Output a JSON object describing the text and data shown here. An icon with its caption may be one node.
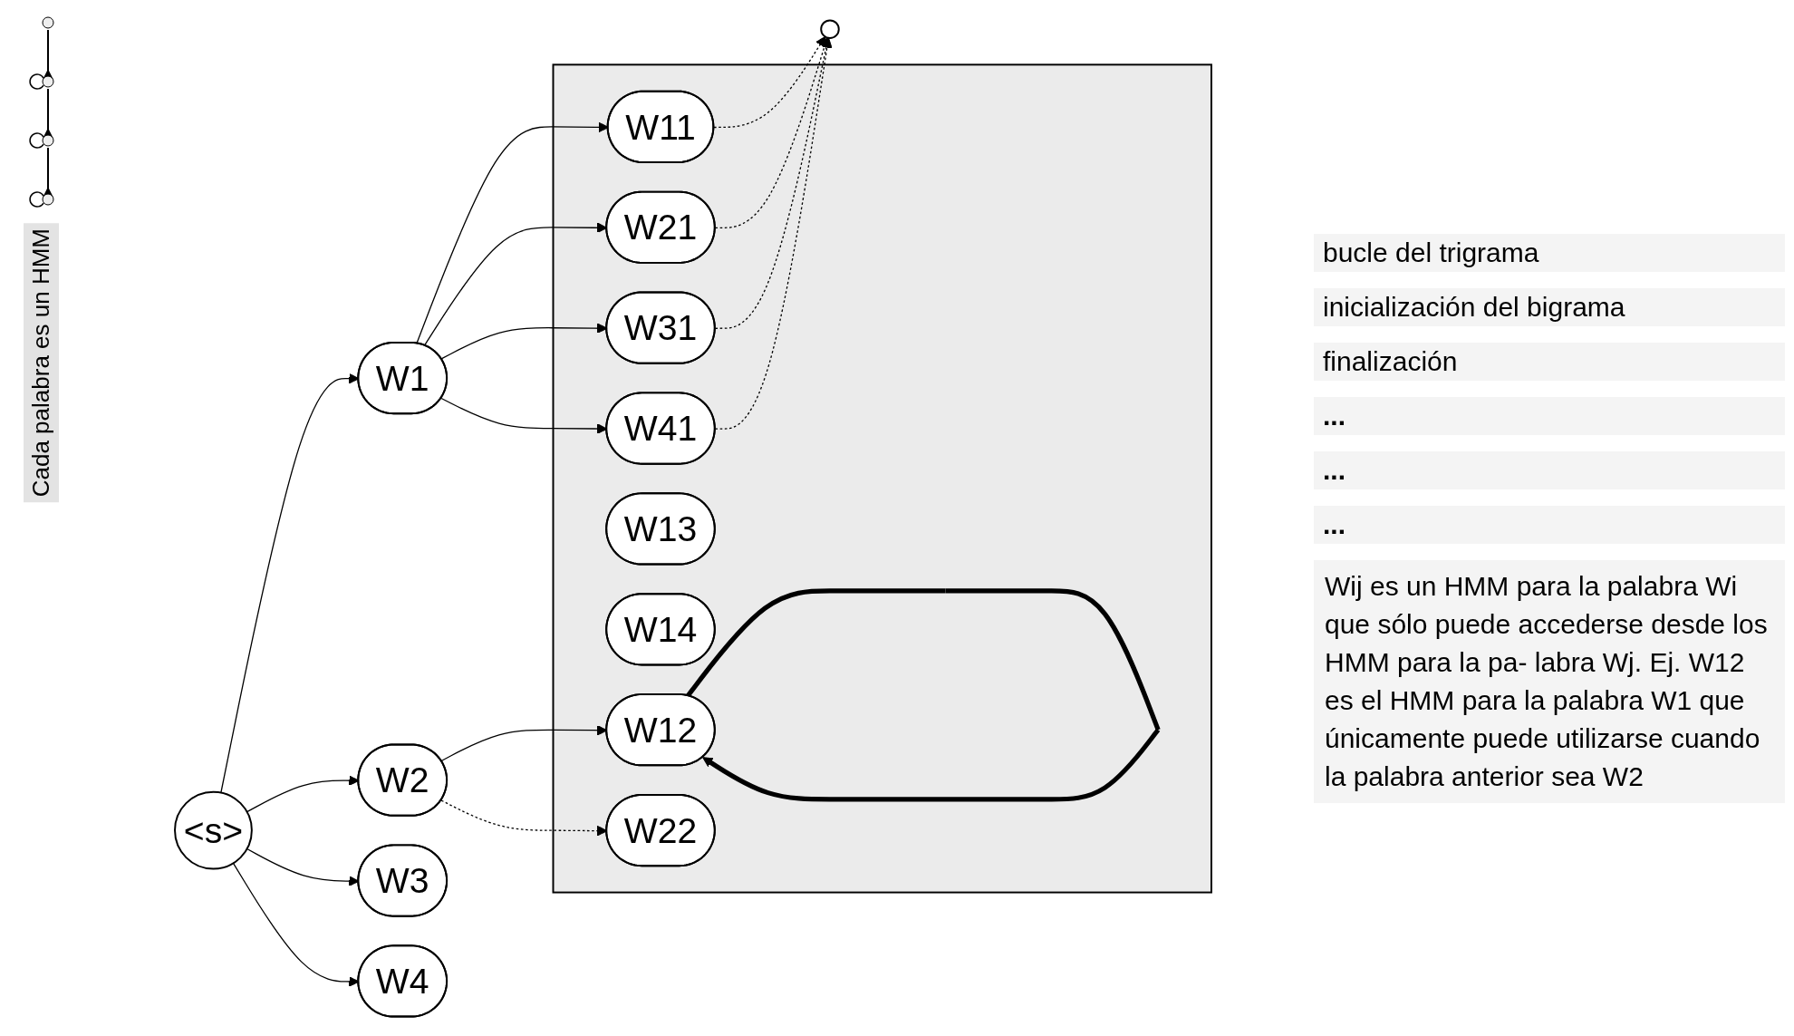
{
  "diagram": {
    "nodes": [
      {
        "text": [
          "<s>"
        ]
      },
      {
        "text": [
          "W1"
        ]
      },
      {
        "text": [
          "W2"
        ]
      },
      {
        "text": [
          "W3"
        ]
      },
      {
        "text": [
          "W4"
        ]
      },
      {
        "text": [],
        "shape": "box"
      },
      {
        "text": [
          "W11"
        ],
        "in": 5
      },
      {
        "text": [
          "W21"
        ],
        "in": 5
      },
      {
        "text": [
          "W31"
        ],
        "in": 5
      },
      {
        "text": [
          "W41"
        ],
        "in": 5
      },
      {
        "text": [
          "W12"
        ],
        "in": 5
      },
      {
        "text": [
          "W22"
        ],
        "in": 5
      },
      {
        "text": [
          "W13"
        ],
        "in": 5
      },
      {
        "text": [
          "W14"
        ],
        "in": 5
      },
      {
        "text": [],
        "shape": "circle"
      }
    ],
    "edges": [
      {
        "from": 0,
        "to": 1,
        "arrow": "to"
      },
      {
        "from": 0,
        "to": 2,
        "arrow": "to"
      },
      {
        "from": 0,
        "to": 3,
        "arrow": "to"
      },
      {
        "from": 0,
        "to": 4,
        "arrow": "to"
      },
      {
        "from": 1,
        "to": 6,
        "arrow": "to"
      },
      {
        "from": 1,
        "to": 7,
        "arrow": "to"
      },
      {
        "from": 1,
        "to": 8,
        "arrow": "to"
      },
      {
        "from": 1,
        "to": 9,
        "arrow": "to"
      },
      {
        "from": 2,
        "to": 10,
        "arrow": "to"
      },
      {
        "from": 2,
        "to": 11,
        "arrow": "to",
        "style": "dashed"
      },
      {
        "from": 10,
        "to": 10,
        "arrow": "to",
        "style": "thick"
      },
      {
        "from": 6,
        "to": 14,
        "arrow": "to",
        "style": "dashed"
      },
      {
        "from": 7,
        "to": 14,
        "arrow": "to",
        "style": "dashed"
      },
      {
        "from": 8,
        "to": 14,
        "arrow": "to",
        "style": "dashed"
      },
      {
        "from": 9,
        "to": 14,
        "arrow": "to",
        "style": "dashed"
      }
    ],
    "labels": [
      "Cada palabra es un HMM",
      "bucle del trigrama",
      "inicialización del bigrama",
      "finalización",
      "...",
      "...",
      "...",
      "Wij es un HMM para la palabra Wi que sólo puede accederse desde los HMM para la pa- labra Wj. Ej. W12 es el HMM para la palabra W1 que únicamente puede utilizarse cuando la palabra anterior sea W2"
    ]
  }
}
